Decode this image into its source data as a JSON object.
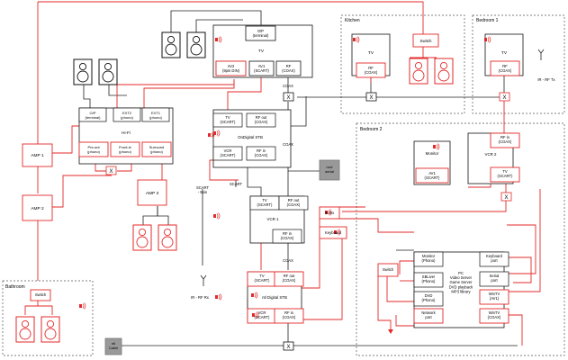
{
  "rooms": {
    "kitchen": "Kitchen",
    "bedroom1": "Bedroom 1",
    "bedroom2": "Bedroom 2",
    "bathroom": "Bathroom"
  },
  "labels": {
    "op_terminal_tv": [
      "O/P",
      "(terminal)"
    ],
    "tv_main": "TV",
    "av2": [
      "AV2",
      "(9pin DIN)"
    ],
    "av1_scart": [
      "AV1",
      "(SCART)"
    ],
    "rf_coax": [
      "RF",
      "(COAX)"
    ],
    "kitchen_switch": "Switch",
    "kitchen_tv": "TV",
    "kitchen_rf": [
      "RF",
      "(COAX)"
    ],
    "bed1_tv": "TV",
    "bed1_rf": [
      "RF",
      "(COAX)"
    ],
    "ir_rf_tx": "IR - RF Tx",
    "coax_top": "COAX",
    "op_terminal_hifi": [
      "O/P",
      "(terminal)"
    ],
    "ext2": [
      "EXT2",
      "(phono)"
    ],
    "ext1": [
      "EXT1",
      "(phono)"
    ],
    "hifi": "Hi-Fi",
    "pre_out": [
      "Pre-out",
      "(phono)"
    ],
    "frontin": [
      "Front-in",
      "(phono)"
    ],
    "surround": [
      "Surround",
      "(phono)"
    ],
    "amp1": "AMP 1",
    "amp2": "AMP 2",
    "amp3": "AMP 3",
    "stb_tv": [
      "TV",
      "(SCART)"
    ],
    "stb_rfout": [
      "RF out",
      "(COAX)"
    ],
    "ondigital": "OnDigital STB",
    "stb_vcr": [
      "VCR",
      "(SCART)"
    ],
    "stb_rfin": [
      "RF in",
      "(COAX)"
    ],
    "coax_mid": "COAX",
    "roof_aerial": [
      "roof",
      "aerial"
    ],
    "scart_label": "SCART",
    "scart_9pin": [
      "SCART",
      "- 9pin"
    ],
    "vcr1_tv": [
      "TV",
      "(SCART)"
    ],
    "vcr1_rfout": [
      "RF out",
      "(COAX)"
    ],
    "vcr1": "VCR 1",
    "vcr1_rfin": [
      "RF in",
      "(COAX)"
    ],
    "coax_low": "COAX",
    "monitor": "Monitor",
    "monitor_av1": [
      "AV1",
      "(SCART)"
    ],
    "vcr2_rfin": [
      "RF in",
      "(COAX)"
    ],
    "vcr2": "VCR 2",
    "vcr2_tv": [
      "TV",
      "(SCART)"
    ],
    "ir_rx_right": "IR Rx",
    "keyboard": "Keyboard",
    "pc_monitor": [
      "Monitor",
      "(Phono)"
    ],
    "pc_keyboard": [
      "Keyboard",
      "port"
    ],
    "sblive": [
      "SBLive!",
      "(Phono)"
    ],
    "pc": [
      "PC",
      "Video Server",
      "Game Server",
      "DVD playback",
      "MP3 library"
    ],
    "serial": [
      "Serial",
      "port"
    ],
    "dvd": [
      "DVD",
      "(Phono)"
    ],
    "wintv_av1": [
      "WinTV",
      "(AV1)"
    ],
    "network": [
      "Network",
      "port"
    ],
    "wintv_coax": [
      "WinTV",
      "(COAX)"
    ],
    "switch_bed2": "Switch",
    "ir_rf_rx": "IR - RF Rx",
    "ntl_stb_tv": [
      "TV",
      "(SCART)"
    ],
    "ntl_stb_rfout": [
      "RF out",
      "(COAX)"
    ],
    "ntl_digital": "ntl Digital STB",
    "ntl_stb_vcr": [
      "VCR",
      "(SCART)"
    ],
    "ntl_stb_rfin": [
      "RF in",
      "(COAX)"
    ],
    "ntl_cable": [
      "ntl",
      "Cable"
    ],
    "bath_switch": "Switch",
    "splitter": "X"
  },
  "colors": {
    "signal": "#e32a2a",
    "wire": "#222222",
    "box": "#111111",
    "speaker": "#111111",
    "cable_fill": "#999999"
  }
}
